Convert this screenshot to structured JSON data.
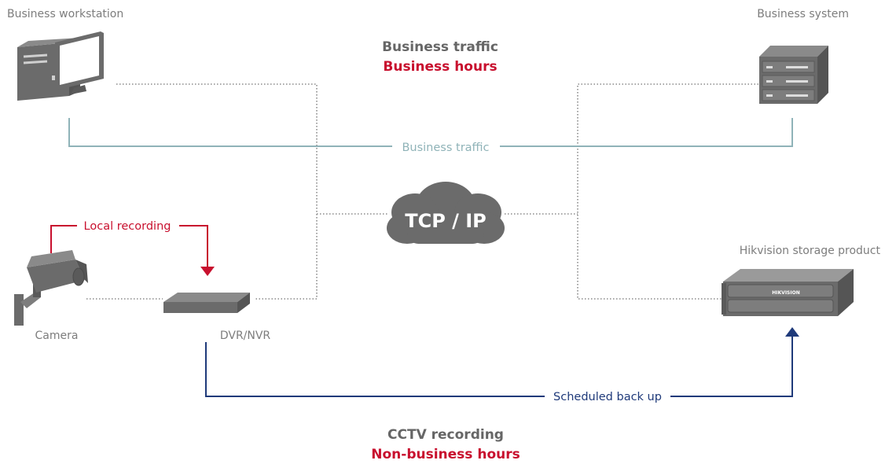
{
  "nodes": {
    "workstation_label": "Business workstation",
    "system_label": "Business system",
    "storage_label": "Hikvision storage product",
    "camera_label": "Camera",
    "dvr_label": "DVR/NVR",
    "cloud_label": "TCP / IP",
    "storage_brand": "HIKVISION"
  },
  "headers": {
    "top_line1": "Business traffic",
    "top_line2": "Business hours",
    "bottom_line1": "CCTV recording",
    "bottom_line2": "Non-business hours"
  },
  "links": {
    "business_traffic": "Business traffic",
    "local_recording": "Local recording",
    "scheduled_backup": "Scheduled back up"
  },
  "colors": {
    "gray": "#7d7d7d",
    "gray_dark": "#5a5a5a",
    "teal": "#8fb3b8",
    "red": "#c8102e",
    "blue": "#1f3a7a",
    "dotted": "#888888"
  }
}
